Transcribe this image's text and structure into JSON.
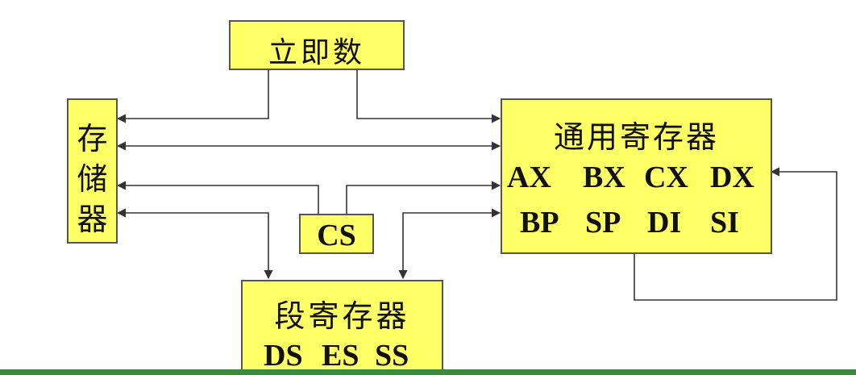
{
  "colors": {
    "box_fill": "#ffff66",
    "box_border": "#555555",
    "wire": "#333333",
    "bottom_bar": "#3c8a3c"
  },
  "immediate": {
    "label": "立即数"
  },
  "memory": {
    "label_chars": [
      "存",
      "储",
      "器"
    ]
  },
  "general_registers": {
    "title": "通用寄存器",
    "row1": [
      "AX",
      "BX",
      "CX",
      "DX"
    ],
    "row2": [
      "BP",
      "SP",
      "DI",
      "SI"
    ]
  },
  "cs": {
    "label": "CS"
  },
  "segment_registers": {
    "title": "段寄存器",
    "row": [
      "DS",
      "ES",
      "SS"
    ]
  }
}
